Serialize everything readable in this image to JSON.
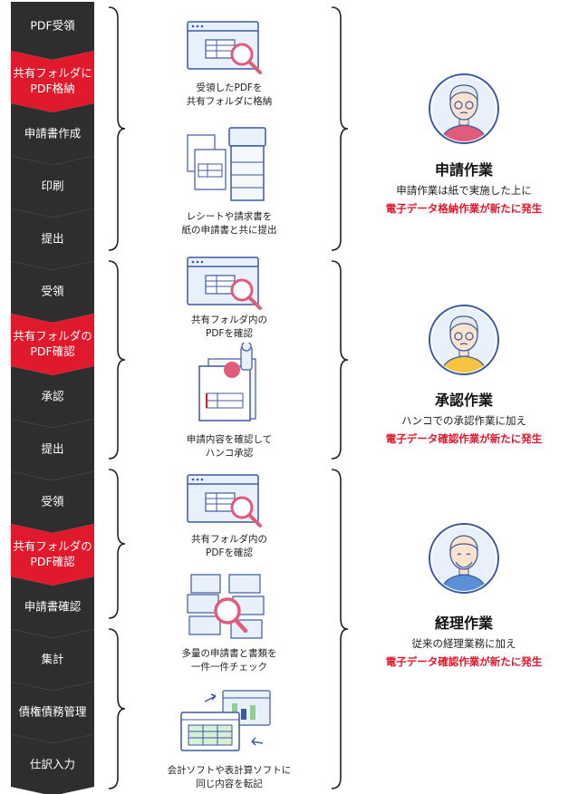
{
  "colors": {
    "dark": "#2e2e2e",
    "red": "#e1192d",
    "brace": "#222222",
    "illustration_blue": "#3d5a9e",
    "illustration_light": "#e8f0fb",
    "magnifier": "#e05c7a"
  },
  "steps": [
    {
      "label": "PDF受領",
      "highlight": false
    },
    {
      "label": "共有フォルダに\nPDF格納",
      "highlight": true
    },
    {
      "label": "申請書作成",
      "highlight": false
    },
    {
      "label": "印刷",
      "highlight": false
    },
    {
      "label": "提出",
      "highlight": false
    },
    {
      "label": "受領",
      "highlight": false
    },
    {
      "label": "共有フォルダの\nPDF確認",
      "highlight": true
    },
    {
      "label": "承認",
      "highlight": false
    },
    {
      "label": "提出",
      "highlight": false
    },
    {
      "label": "受領",
      "highlight": false
    },
    {
      "label": "共有フォルダの\nPDF確認",
      "highlight": true
    },
    {
      "label": "申請書確認",
      "highlight": false
    },
    {
      "label": "集計",
      "highlight": false
    },
    {
      "label": "債権債務管理",
      "highlight": false
    },
    {
      "label": "仕訳入力",
      "highlight": false
    }
  ],
  "illustrations": [
    {
      "icon": "browser-magnifier-icon",
      "caption": "受領したPDFを\n共有フォルダに格納"
    },
    {
      "icon": "printer-documents-icon",
      "caption": "レシートや請求書を\n紙の申請書と共に提出"
    },
    {
      "icon": "browser-magnifier-icon",
      "caption": "共有フォルダ内の\nPDFを確認"
    },
    {
      "icon": "stamp-document-icon",
      "caption": "申請内容を確認して\nハンコ承認"
    },
    {
      "icon": "browser-magnifier-icon",
      "caption": "共有フォルダ内の\nPDFを確認"
    },
    {
      "icon": "document-stack-magnifier-icon",
      "caption": "多量の申請書と書類を\n一件一件チェック"
    },
    {
      "icon": "spreadsheet-transfer-icon",
      "caption": "会計ソフトや表計算ソフトに\n同じ内容を転記"
    }
  ],
  "roles": [
    {
      "avatar": "applicant-avatar-icon",
      "title": "申請作業",
      "desc": "申請作業は紙で実施した上に",
      "note": "電子データ格納作業が新たに発生"
    },
    {
      "avatar": "approver-avatar-icon",
      "title": "承認作業",
      "desc": "ハンコでの承認作業に加え",
      "note": "電子データ確認作業が新たに発生"
    },
    {
      "avatar": "accountant-avatar-icon",
      "title": "経理作業",
      "desc": "従来の経理業務に加え",
      "note": "電子データ確認作業が新たに発生"
    }
  ]
}
